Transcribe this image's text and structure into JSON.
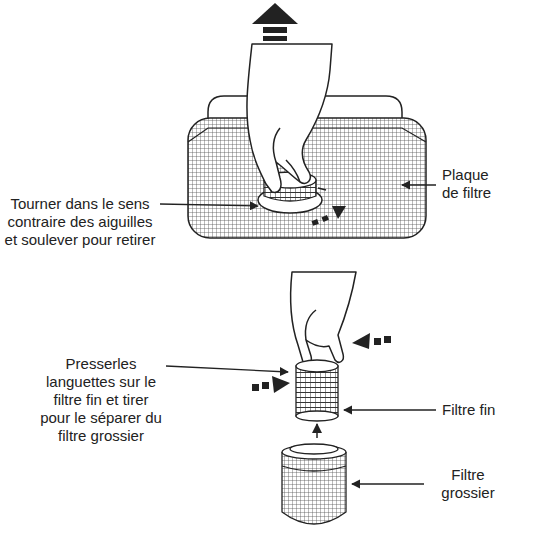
{
  "diagram": {
    "labels": [
      "Tourner dans le sens contraire des aiguilles et soulever pour retirer",
      "Plaque de filtre",
      "Presserles languettes sur le filtre fin et tirer pour le séparer du filtre grossier",
      "Filtre fin",
      "Filtre grossier"
    ]
  }
}
